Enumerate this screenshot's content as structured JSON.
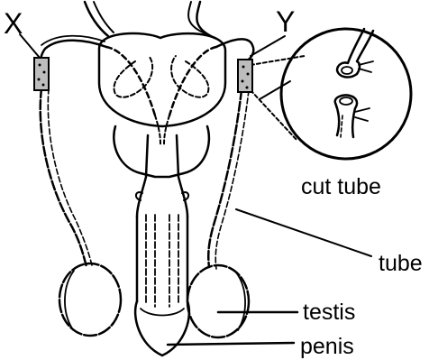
{
  "diagram": {
    "labels": {
      "x": "X",
      "y": "Y",
      "cut_tube": "cut tube",
      "tube": "tube",
      "testis": "testis",
      "penis": "penis"
    },
    "colors": {
      "ink": "#000000",
      "background": "#ffffff",
      "tube_segment_fill": "#bdbdbd"
    }
  }
}
